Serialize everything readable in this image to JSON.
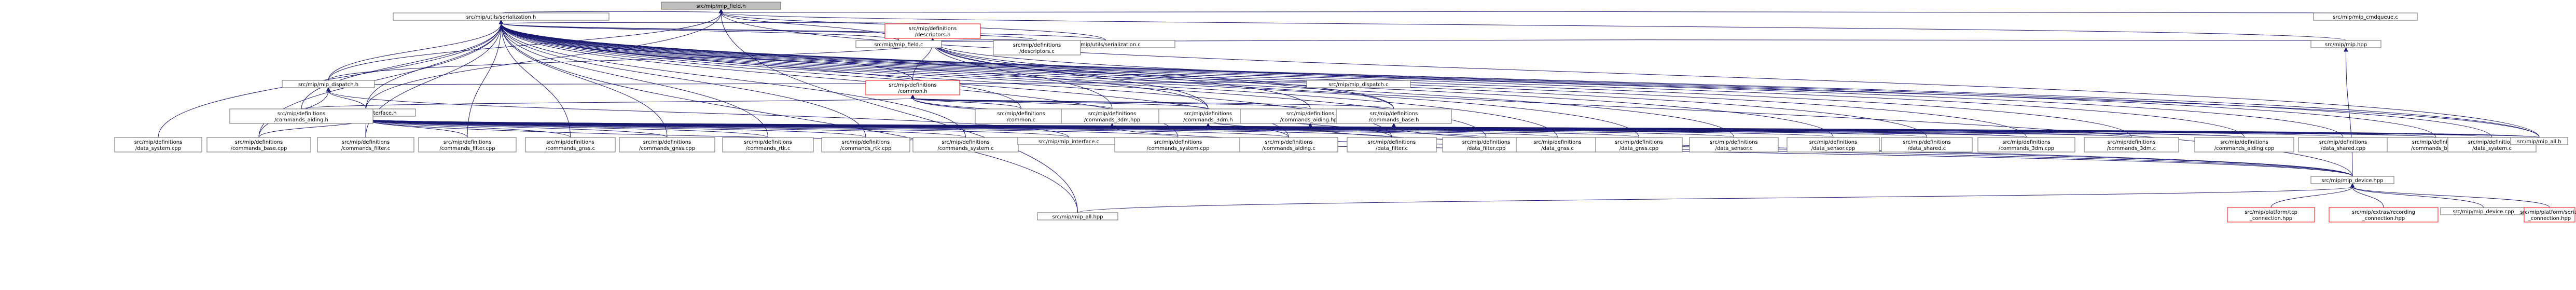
{
  "colors": {
    "edge": "#191970",
    "root_fill": "#bfbfbf",
    "node_border": "#666666",
    "warn_border": "#ff0000"
  },
  "nodes": [
    {
      "id": "root",
      "lines": [
        "src/mip/mip_field.h"
      ],
      "style": "root"
    },
    {
      "id": "ser_h",
      "lines": [
        "src/mip/utils/serialization.h"
      ],
      "style": "normal"
    },
    {
      "id": "cmdq",
      "lines": [
        "src/mip/mip_cmdqueue.c"
      ],
      "style": "normal"
    },
    {
      "id": "ser_c",
      "lines": [
        "src/mip/utils/serialization.c"
      ],
      "style": "normal"
    },
    {
      "id": "descr_h",
      "lines": [
        "src/mip/definitions",
        "/descriptors.h"
      ],
      "style": "warn"
    },
    {
      "id": "mip_hpp",
      "lines": [
        "src/mip/mip.hpp"
      ],
      "style": "normal"
    },
    {
      "id": "field_c",
      "lines": [
        "src/mip/mip_field.c"
      ],
      "style": "normal"
    },
    {
      "id": "descr_c",
      "lines": [
        "src/mip/definitions",
        "/descriptors.c"
      ],
      "style": "normal"
    },
    {
      "id": "dispatch_h",
      "lines": [
        "src/mip/mip_dispatch.h"
      ],
      "style": "normal"
    },
    {
      "id": "dispatch_c",
      "lines": [
        "src/mip/mip_dispatch.c"
      ],
      "style": "normal"
    },
    {
      "id": "common_h",
      "lines": [
        "src/mip/definitions",
        "/common.h"
      ],
      "style": "warn"
    },
    {
      "id": "iface_h",
      "lines": [
        "src/mip/mip_interface.h"
      ],
      "style": "normal"
    },
    {
      "id": "cmd_aiding_h",
      "lines": [
        "src/mip/definitions",
        "/commands_aiding.h"
      ],
      "style": "normal"
    },
    {
      "id": "common_c",
      "lines": [
        "src/mip/definitions",
        "/common.c"
      ],
      "style": "normal"
    },
    {
      "id": "cmd_3dm_hpp",
      "lines": [
        "src/mip/definitions",
        "/commands_3dm.hpp"
      ],
      "style": "normal"
    },
    {
      "id": "cmd_3dm_h",
      "lines": [
        "src/mip/definitions",
        "/commands_3dm.h"
      ],
      "style": "normal"
    },
    {
      "id": "cmd_aiding_hpp",
      "lines": [
        "src/mip/definitions",
        "/commands_aiding.hpp"
      ],
      "style": "normal"
    },
    {
      "id": "cmd_base_h",
      "lines": [
        "src/mip/definitions",
        "/commands_base.h"
      ],
      "style": "normal"
    },
    {
      "id": "data_system_cpp",
      "lines": [
        "src/mip/definitions",
        "/data_system.cpp"
      ],
      "style": "normal"
    },
    {
      "id": "cmd_base_cpp",
      "lines": [
        "src/mip/definitions",
        "/commands_base.cpp"
      ],
      "style": "normal"
    },
    {
      "id": "cmd_filter_c",
      "lines": [
        "src/mip/definitions",
        "/commands_filter.c"
      ],
      "style": "normal"
    },
    {
      "id": "cmd_filter_cpp",
      "lines": [
        "src/mip/definitions",
        "/commands_filter.cpp"
      ],
      "style": "normal"
    },
    {
      "id": "cmd_gnss_c",
      "lines": [
        "src/mip/definitions",
        "/commands_gnss.c"
      ],
      "style": "normal"
    },
    {
      "id": "cmd_gnss_cpp",
      "lines": [
        "src/mip/definitions",
        "/commands_gnss.cpp"
      ],
      "style": "normal"
    },
    {
      "id": "cmd_rtk_c",
      "lines": [
        "src/mip/definitions",
        "/commands_rtk.c"
      ],
      "style": "normal"
    },
    {
      "id": "cmd_rtk_cpp",
      "lines": [
        "src/mip/definitions",
        "/commands_rtk.cpp"
      ],
      "style": "normal"
    },
    {
      "id": "cmd_system_c",
      "lines": [
        "src/mip/definitions",
        "/commands_system.c"
      ],
      "style": "normal"
    },
    {
      "id": "iface_c",
      "lines": [
        "src/mip/mip_interface.c"
      ],
      "style": "normal"
    },
    {
      "id": "cmd_system_cpp",
      "lines": [
        "src/mip/definitions",
        "/commands_system.cpp"
      ],
      "style": "normal"
    },
    {
      "id": "cmd_aiding_c",
      "lines": [
        "src/mip/definitions",
        "/commands_aiding.c"
      ],
      "style": "normal"
    },
    {
      "id": "data_filter_c",
      "lines": [
        "src/mip/definitions",
        "/data_filter.c"
      ],
      "style": "normal"
    },
    {
      "id": "data_filter_cpp",
      "lines": [
        "src/mip/definitions",
        "/data_filter.cpp"
      ],
      "style": "normal"
    },
    {
      "id": "data_gnss_c",
      "lines": [
        "src/mip/definitions",
        "/data_gnss.c"
      ],
      "style": "normal"
    },
    {
      "id": "data_gnss_cpp",
      "lines": [
        "src/mip/definitions",
        "/data_gnss.cpp"
      ],
      "style": "normal"
    },
    {
      "id": "data_sensor_c",
      "lines": [
        "src/mip/definitions",
        "/data_sensor.c"
      ],
      "style": "normal"
    },
    {
      "id": "data_sensor_cpp",
      "lines": [
        "src/mip/definitions",
        "/data_sensor.cpp"
      ],
      "style": "normal"
    },
    {
      "id": "data_shared_c",
      "lines": [
        "src/mip/definitions",
        "/data_shared.c"
      ],
      "style": "normal"
    },
    {
      "id": "cmd_3dm_cpp",
      "lines": [
        "src/mip/definitions",
        "/commands_3dm.cpp"
      ],
      "style": "normal"
    },
    {
      "id": "cmd_3dm_c",
      "lines": [
        "src/mip/definitions",
        "/commands_3dm.c"
      ],
      "style": "normal"
    },
    {
      "id": "cmd_aiding_cpp",
      "lines": [
        "src/mip/definitions",
        "/commands_aiding.cpp"
      ],
      "style": "normal"
    },
    {
      "id": "data_shared_cpp",
      "lines": [
        "src/mip/definitions",
        "/data_shared.cpp"
      ],
      "style": "normal"
    },
    {
      "id": "cmd_base_c",
      "lines": [
        "src/mip/definitions",
        "/commands_base.c"
      ],
      "style": "normal"
    },
    {
      "id": "data_system_c",
      "lines": [
        "src/mip/definitions",
        "/data_system.c"
      ],
      "style": "normal"
    },
    {
      "id": "mip_all_h",
      "lines": [
        "src/mip/mip_all.h"
      ],
      "style": "normal"
    },
    {
      "id": "device_hpp",
      "lines": [
        "src/mip/mip_device.hpp"
      ],
      "style": "normal"
    },
    {
      "id": "mip_all_hpp",
      "lines": [
        "src/mip/mip_all.hpp"
      ],
      "style": "normal"
    },
    {
      "id": "tcp_hpp",
      "lines": [
        "src/mip/platform/tcp",
        "_connection.hpp"
      ],
      "style": "warn"
    },
    {
      "id": "rec_hpp",
      "lines": [
        "src/mip/extras/recording",
        "_connection.hpp"
      ],
      "style": "warn"
    },
    {
      "id": "device_cpp",
      "lines": [
        "src/mip/mip_device.cpp"
      ],
      "style": "normal"
    },
    {
      "id": "serial_hpp",
      "lines": [
        "src/mip/platform/serial",
        "_connection.hpp"
      ],
      "style": "warn"
    }
  ],
  "edges": [
    [
      "root",
      "ser_h"
    ],
    [
      "root",
      "cmdq"
    ],
    [
      "root",
      "ser_c"
    ],
    [
      "root",
      "mip_hpp"
    ],
    [
      "root",
      "field_c"
    ],
    [
      "root",
      "dispatch_h"
    ],
    [
      "root",
      "iface_h"
    ],
    [
      "root",
      "mip_all_h"
    ],
    [
      "root",
      "mip_all_hpp"
    ],
    [
      "ser_h",
      "ser_c"
    ],
    [
      "ser_h",
      "descr_h"
    ],
    [
      "ser_h",
      "field_c"
    ],
    [
      "ser_h",
      "dispatch_h"
    ],
    [
      "ser_h",
      "common_h"
    ],
    [
      "ser_h",
      "iface_h"
    ],
    [
      "ser_h",
      "descr_c"
    ],
    [
      "ser_h",
      "common_c"
    ],
    [
      "ser_h",
      "cmd_3dm_h"
    ],
    [
      "ser_h",
      "cmd_base_h"
    ],
    [
      "ser_h",
      "cmd_aiding_h"
    ],
    [
      "ser_h",
      "data_system_cpp"
    ],
    [
      "ser_h",
      "cmd_base_cpp"
    ],
    [
      "ser_h",
      "cmd_filter_c"
    ],
    [
      "ser_h",
      "cmd_filter_cpp"
    ],
    [
      "ser_h",
      "cmd_gnss_c"
    ],
    [
      "ser_h",
      "cmd_gnss_cpp"
    ],
    [
      "ser_h",
      "cmd_rtk_c"
    ],
    [
      "ser_h",
      "cmd_rtk_cpp"
    ],
    [
      "ser_h",
      "cmd_system_c"
    ],
    [
      "ser_h",
      "cmd_system_cpp"
    ],
    [
      "ser_h",
      "cmd_aiding_c"
    ],
    [
      "ser_h",
      "data_filter_c"
    ],
    [
      "ser_h",
      "data_filter_cpp"
    ],
    [
      "ser_h",
      "data_gnss_c"
    ],
    [
      "ser_h",
      "data_gnss_cpp"
    ],
    [
      "ser_h",
      "data_sensor_c"
    ],
    [
      "ser_h",
      "data_sensor_cpp"
    ],
    [
      "ser_h",
      "data_shared_c"
    ],
    [
      "ser_h",
      "cmd_3dm_cpp"
    ],
    [
      "ser_h",
      "cmd_3dm_c"
    ],
    [
      "ser_h",
      "cmd_aiding_cpp"
    ],
    [
      "ser_h",
      "data_shared_cpp"
    ],
    [
      "ser_h",
      "cmd_base_c"
    ],
    [
      "ser_h",
      "data_system_c"
    ],
    [
      "ser_h",
      "mip_all_h"
    ],
    [
      "ser_h",
      "mip_all_hpp"
    ],
    [
      "descr_h",
      "descr_c"
    ],
    [
      "descr_h",
      "dispatch_h"
    ],
    [
      "descr_h",
      "common_h"
    ],
    [
      "descr_h",
      "mip_hpp"
    ],
    [
      "descr_h",
      "cmd_3dm_hpp"
    ],
    [
      "descr_h",
      "cmd_3dm_h"
    ],
    [
      "descr_h",
      "cmd_aiding_hpp"
    ],
    [
      "descr_h",
      "cmd_base_h"
    ],
    [
      "descr_h",
      "device_hpp"
    ],
    [
      "descr_h",
      "mip_all_h"
    ],
    [
      "mip_hpp",
      "device_hpp"
    ],
    [
      "dispatch_h",
      "dispatch_c"
    ],
    [
      "dispatch_h",
      "iface_h"
    ],
    [
      "dispatch_h",
      "cmd_base_cpp"
    ],
    [
      "dispatch_h",
      "iface_c"
    ],
    [
      "common_h",
      "cmd_aiding_h"
    ],
    [
      "common_h",
      "common_c"
    ],
    [
      "common_h",
      "cmd_3dm_hpp"
    ],
    [
      "common_h",
      "cmd_3dm_h"
    ],
    [
      "common_h",
      "cmd_aiding_hpp"
    ],
    [
      "common_h",
      "cmd_base_h"
    ],
    [
      "common_h",
      "cmd_aiding_c"
    ],
    [
      "common_h",
      "data_filter_c"
    ],
    [
      "iface_h",
      "cmd_base_cpp"
    ],
    [
      "iface_h",
      "cmd_filter_c"
    ],
    [
      "iface_h",
      "cmd_filter_cpp"
    ],
    [
      "iface_h",
      "cmd_gnss_c"
    ],
    [
      "iface_h",
      "cmd_gnss_cpp"
    ],
    [
      "iface_h",
      "cmd_rtk_c"
    ],
    [
      "iface_h",
      "cmd_rtk_cpp"
    ],
    [
      "iface_h",
      "cmd_system_c"
    ],
    [
      "iface_h",
      "iface_c"
    ],
    [
      "iface_h",
      "cmd_system_cpp"
    ],
    [
      "iface_h",
      "cmd_aiding_c"
    ],
    [
      "iface_h",
      "data_filter_c"
    ],
    [
      "iface_h",
      "data_filter_cpp"
    ],
    [
      "iface_h",
      "data_gnss_c"
    ],
    [
      "iface_h",
      "data_gnss_cpp"
    ],
    [
      "iface_h",
      "data_sensor_c"
    ],
    [
      "iface_h",
      "data_sensor_cpp"
    ],
    [
      "iface_h",
      "data_shared_c"
    ],
    [
      "iface_h",
      "cmd_3dm_cpp"
    ],
    [
      "iface_h",
      "cmd_3dm_c"
    ],
    [
      "iface_h",
      "cmd_aiding_cpp"
    ],
    [
      "iface_h",
      "data_shared_cpp"
    ],
    [
      "iface_h",
      "cmd_base_c"
    ],
    [
      "iface_h",
      "data_system_c"
    ],
    [
      "iface_h",
      "mip_all_h"
    ],
    [
      "iface_h",
      "device_hpp"
    ],
    [
      "cmd_3dm_hpp",
      "cmd_3dm_cpp"
    ],
    [
      "cmd_3dm_hpp",
      "device_hpp"
    ],
    [
      "cmd_3dm_h",
      "cmd_3dm_c"
    ],
    [
      "cmd_3dm_h",
      "mip_all_h"
    ],
    [
      "cmd_aiding_hpp",
      "cmd_aiding_cpp"
    ],
    [
      "cmd_aiding_hpp",
      "device_hpp"
    ],
    [
      "cmd_base_h",
      "cmd_base_c"
    ],
    [
      "cmd_base_h",
      "mip_all_h"
    ],
    [
      "cmd_base_h",
      "device_hpp"
    ],
    [
      "device_hpp",
      "mip_all_hpp"
    ],
    [
      "device_hpp",
      "tcp_hpp"
    ],
    [
      "device_hpp",
      "rec_hpp"
    ],
    [
      "device_hpp",
      "device_cpp"
    ],
    [
      "device_hpp",
      "serial_hpp"
    ]
  ]
}
